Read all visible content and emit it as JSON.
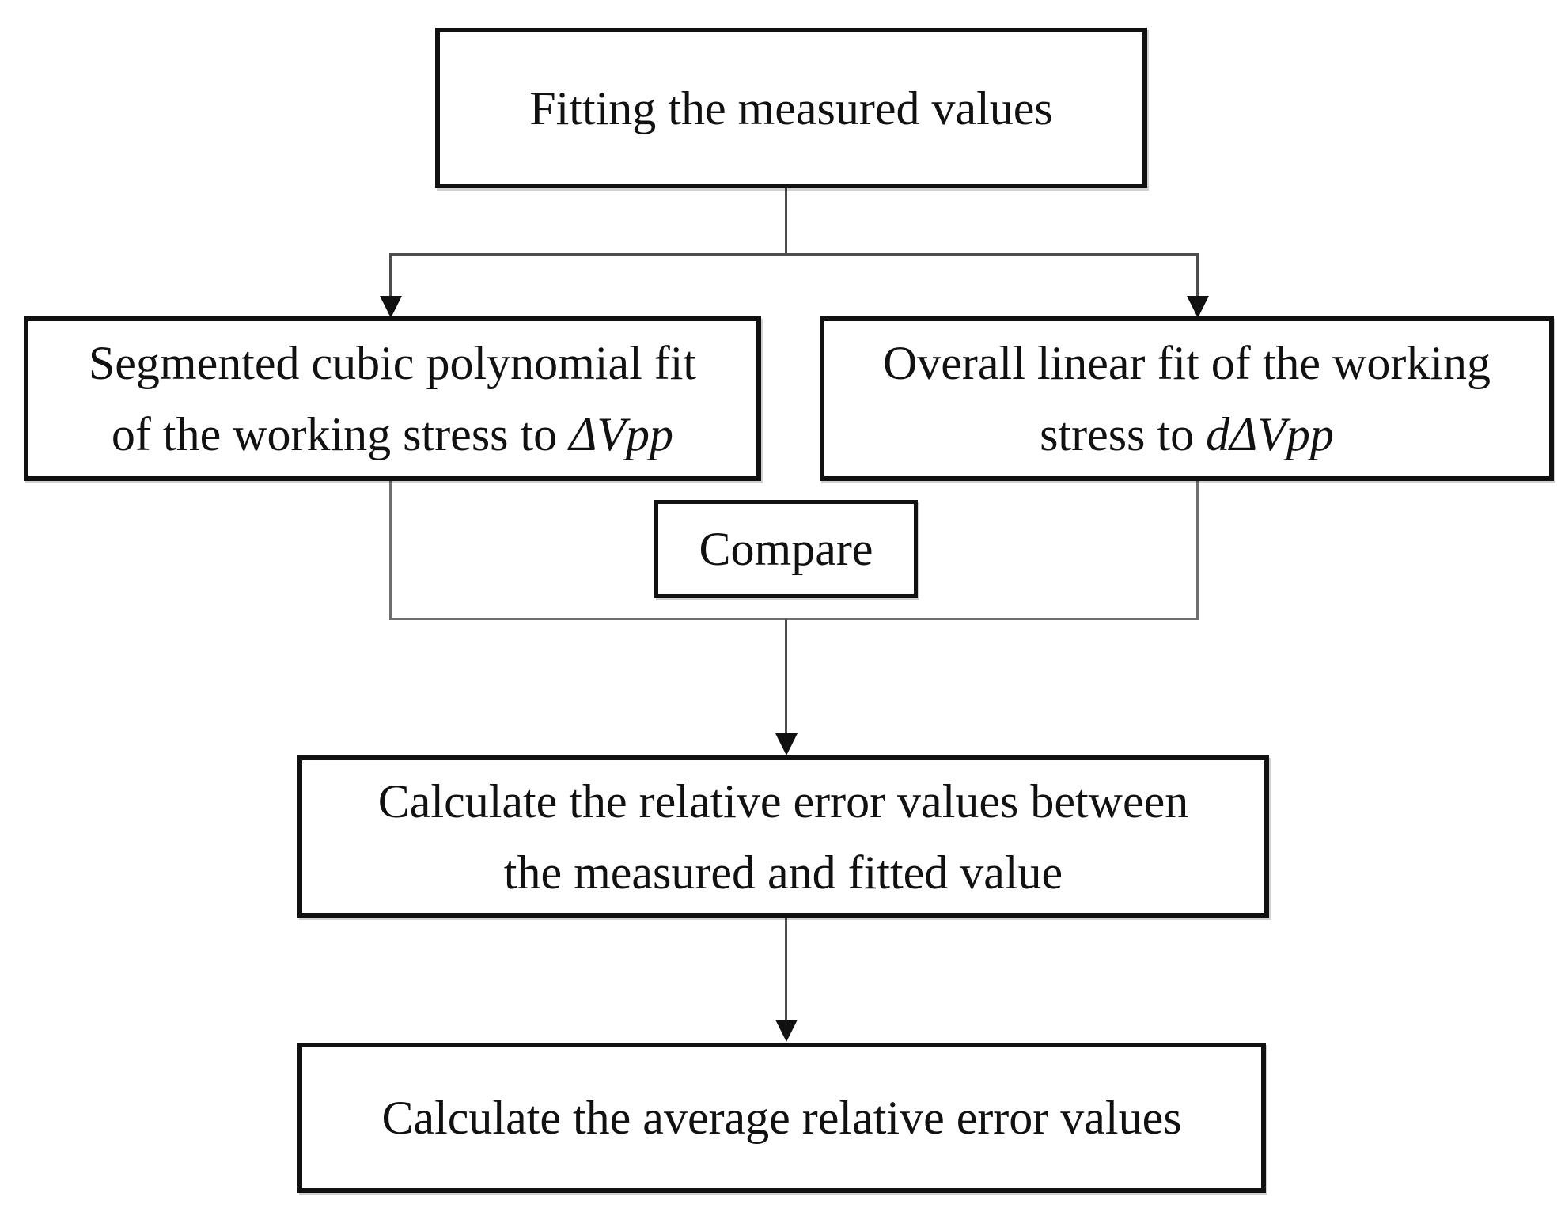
{
  "diagram": {
    "title_semantic": "fitting-procedure-flowchart",
    "colors": {
      "background": "#ffffff",
      "box_border": "#111111",
      "text": "#111111",
      "connector_line": "#4d4d4d",
      "arrowhead": "#111111"
    },
    "nodes": {
      "fitting": {
        "line1": "Fitting the measured values"
      },
      "segmented_fit": {
        "line1": "Segmented cubic polynomial fit",
        "line2_prefix": "of the working stress to ",
        "line2_math": "ΔVpp"
      },
      "linear_fit": {
        "line1": "Overall linear fit of the working",
        "line2_prefix": "stress to ",
        "line2_math": "dΔVpp"
      },
      "compare": {
        "label": "Compare"
      },
      "calc_relative_error": {
        "line1": "Calculate the relative error values between",
        "line2": "the measured and fitted value"
      },
      "calc_average_error": {
        "line1": "Calculate the average relative error values"
      }
    },
    "edges": [
      {
        "from": "fitting",
        "to": "segmented_fit",
        "type": "arrow"
      },
      {
        "from": "fitting",
        "to": "linear_fit",
        "type": "arrow"
      },
      {
        "from": "segmented_fit",
        "to": "compare_merge",
        "type": "line"
      },
      {
        "from": "linear_fit",
        "to": "compare_merge",
        "type": "line"
      },
      {
        "from": "compare_merge",
        "to": "calc_relative_error",
        "type": "arrow"
      },
      {
        "from": "calc_relative_error",
        "to": "calc_average_error",
        "type": "arrow"
      }
    ]
  }
}
